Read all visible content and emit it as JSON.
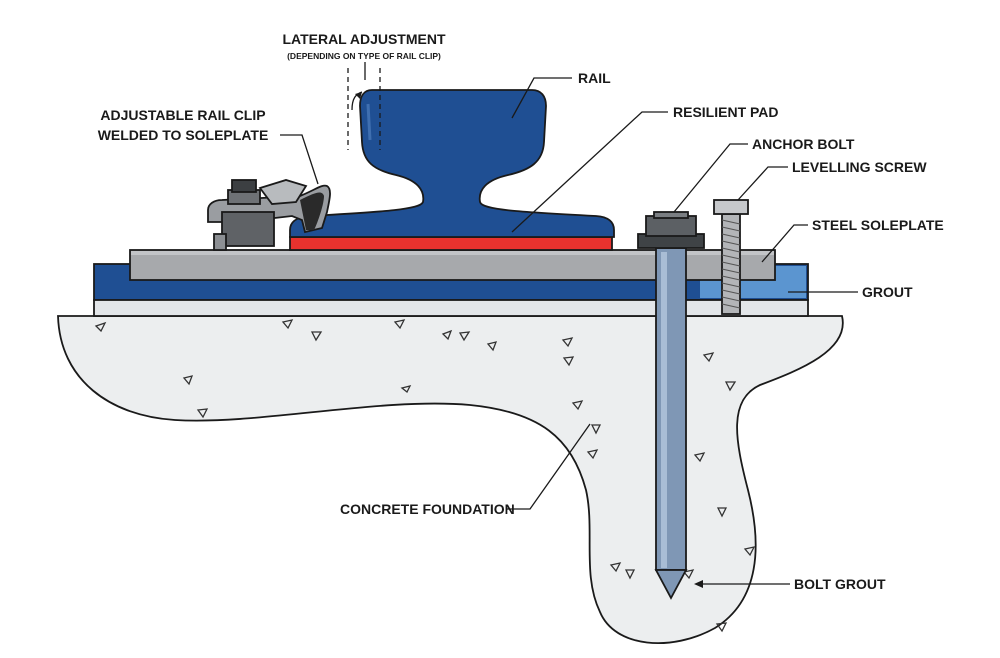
{
  "diagram": {
    "labels": {
      "lateral_adjustment": "LATERAL ADJUSTMENT",
      "lateral_adjustment_note": "(DEPENDING ON TYPE OF RAIL CLIP)",
      "rail": "RAIL",
      "resilient_pad": "RESILIENT PAD",
      "rail_clip_line1": "ADJUSTABLE RAIL CLIP",
      "rail_clip_line2": "WELDED TO SOLEPLATE",
      "anchor_bolt": "ANCHOR BOLT",
      "levelling_screw": "LEVELLING SCREW",
      "steel_soleplate": "STEEL SOLEPLATE",
      "grout": "GROUT",
      "concrete_foundation": "CONCRETE FOUNDATION",
      "bolt_grout": "BOLT GROUT"
    },
    "colors": {
      "rail": "#1f4f93",
      "resilient_pad": "#e8322e",
      "soleplate": "#a7a9ac",
      "grout_band": "#1f4f93",
      "grout_light": "#5b95d0",
      "concrete": "#eceeef",
      "bolt": "#7f97b5",
      "clip": "#9a9da1",
      "outline": "#1a1a1a"
    }
  }
}
